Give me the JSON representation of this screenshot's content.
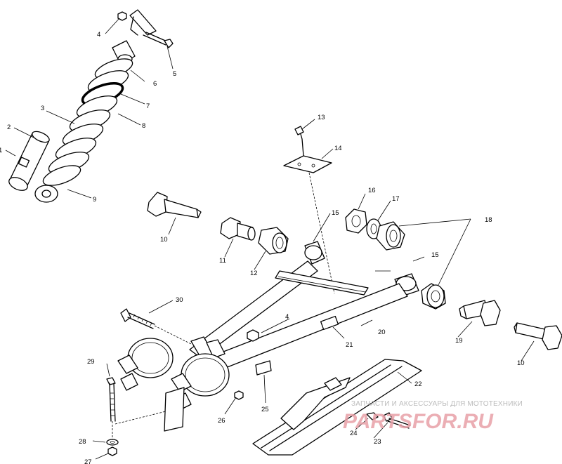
{
  "callouts": [
    {
      "id": "c1",
      "text": "1"
    },
    {
      "id": "c2",
      "text": "2"
    },
    {
      "id": "c3",
      "text": "3"
    },
    {
      "id": "c4a",
      "text": "4"
    },
    {
      "id": "c4b",
      "text": "4"
    },
    {
      "id": "c5",
      "text": "5"
    },
    {
      "id": "c6",
      "text": "6"
    },
    {
      "id": "c7",
      "text": "7"
    },
    {
      "id": "c8",
      "text": "8"
    },
    {
      "id": "c9",
      "text": "9"
    },
    {
      "id": "c10a",
      "text": "10"
    },
    {
      "id": "c10b",
      "text": "10"
    },
    {
      "id": "c11",
      "text": "11"
    },
    {
      "id": "c12",
      "text": "12"
    },
    {
      "id": "c13",
      "text": "13"
    },
    {
      "id": "c14",
      "text": "14"
    },
    {
      "id": "c15a",
      "text": "15"
    },
    {
      "id": "c15b",
      "text": "15"
    },
    {
      "id": "c16",
      "text": "16"
    },
    {
      "id": "c17",
      "text": "17"
    },
    {
      "id": "c18",
      "text": "18"
    },
    {
      "id": "c19",
      "text": "19"
    },
    {
      "id": "c20",
      "text": "20"
    },
    {
      "id": "c21",
      "text": "21"
    },
    {
      "id": "c22",
      "text": "22"
    },
    {
      "id": "c23",
      "text": "23"
    },
    {
      "id": "c24",
      "text": "24"
    },
    {
      "id": "c25",
      "text": "25"
    },
    {
      "id": "c26",
      "text": "26"
    },
    {
      "id": "c27",
      "text": "27"
    },
    {
      "id": "c28",
      "text": "28"
    },
    {
      "id": "c29",
      "text": "29"
    },
    {
      "id": "c30",
      "text": "30"
    }
  ],
  "watermark": {
    "tagline": "ЗАПЧАСТИ И АКСЕССУАРЫ ДЛЯ МОТОТЕХНИКИ",
    "logo": "PARTSFOR.RU",
    "color": "#e8a0a8"
  }
}
